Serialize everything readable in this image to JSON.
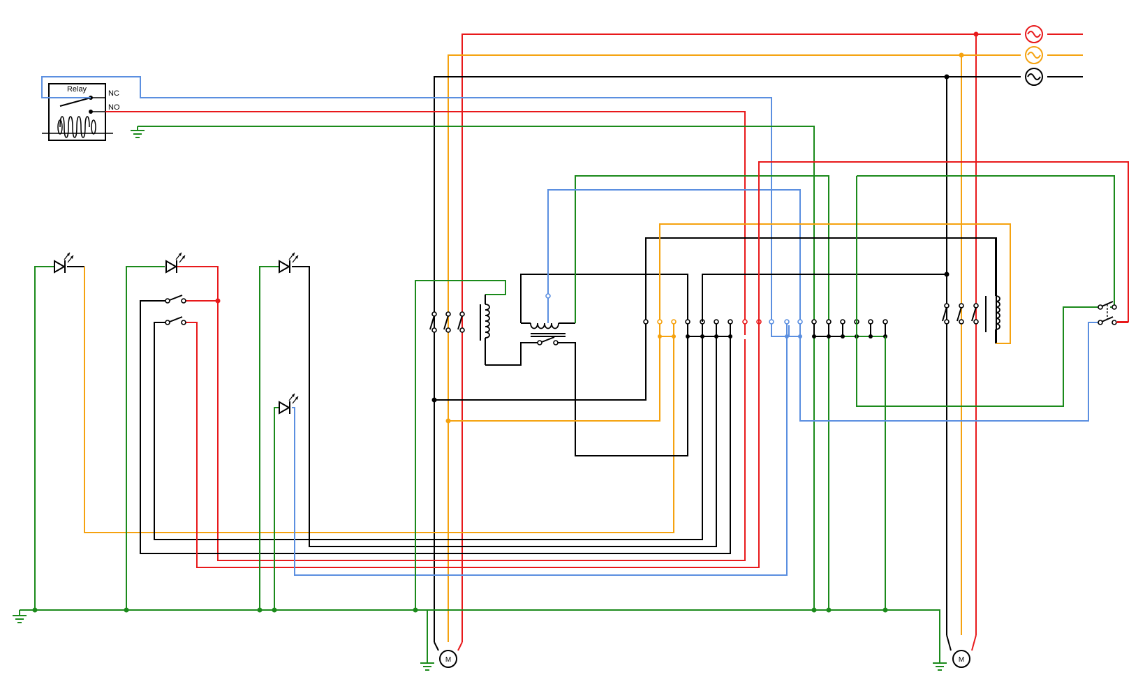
{
  "relay": {
    "title": "Relay",
    "nc_label": "NC",
    "no_label": "NO"
  },
  "motor_1": {
    "label": "M"
  },
  "motor_2": {
    "label": "M"
  },
  "colors": {
    "L1": "#e8191b",
    "L2": "#f5a20f",
    "L3": "#000000",
    "ground": "#1b8a1b",
    "control_blue": "#5b8fe0"
  },
  "icons": [
    "ac-source-icon",
    "ground-icon",
    "led-icon",
    "switch-icon",
    "coil-icon",
    "transformer-icon",
    "motor-icon",
    "terminal-icon"
  ]
}
